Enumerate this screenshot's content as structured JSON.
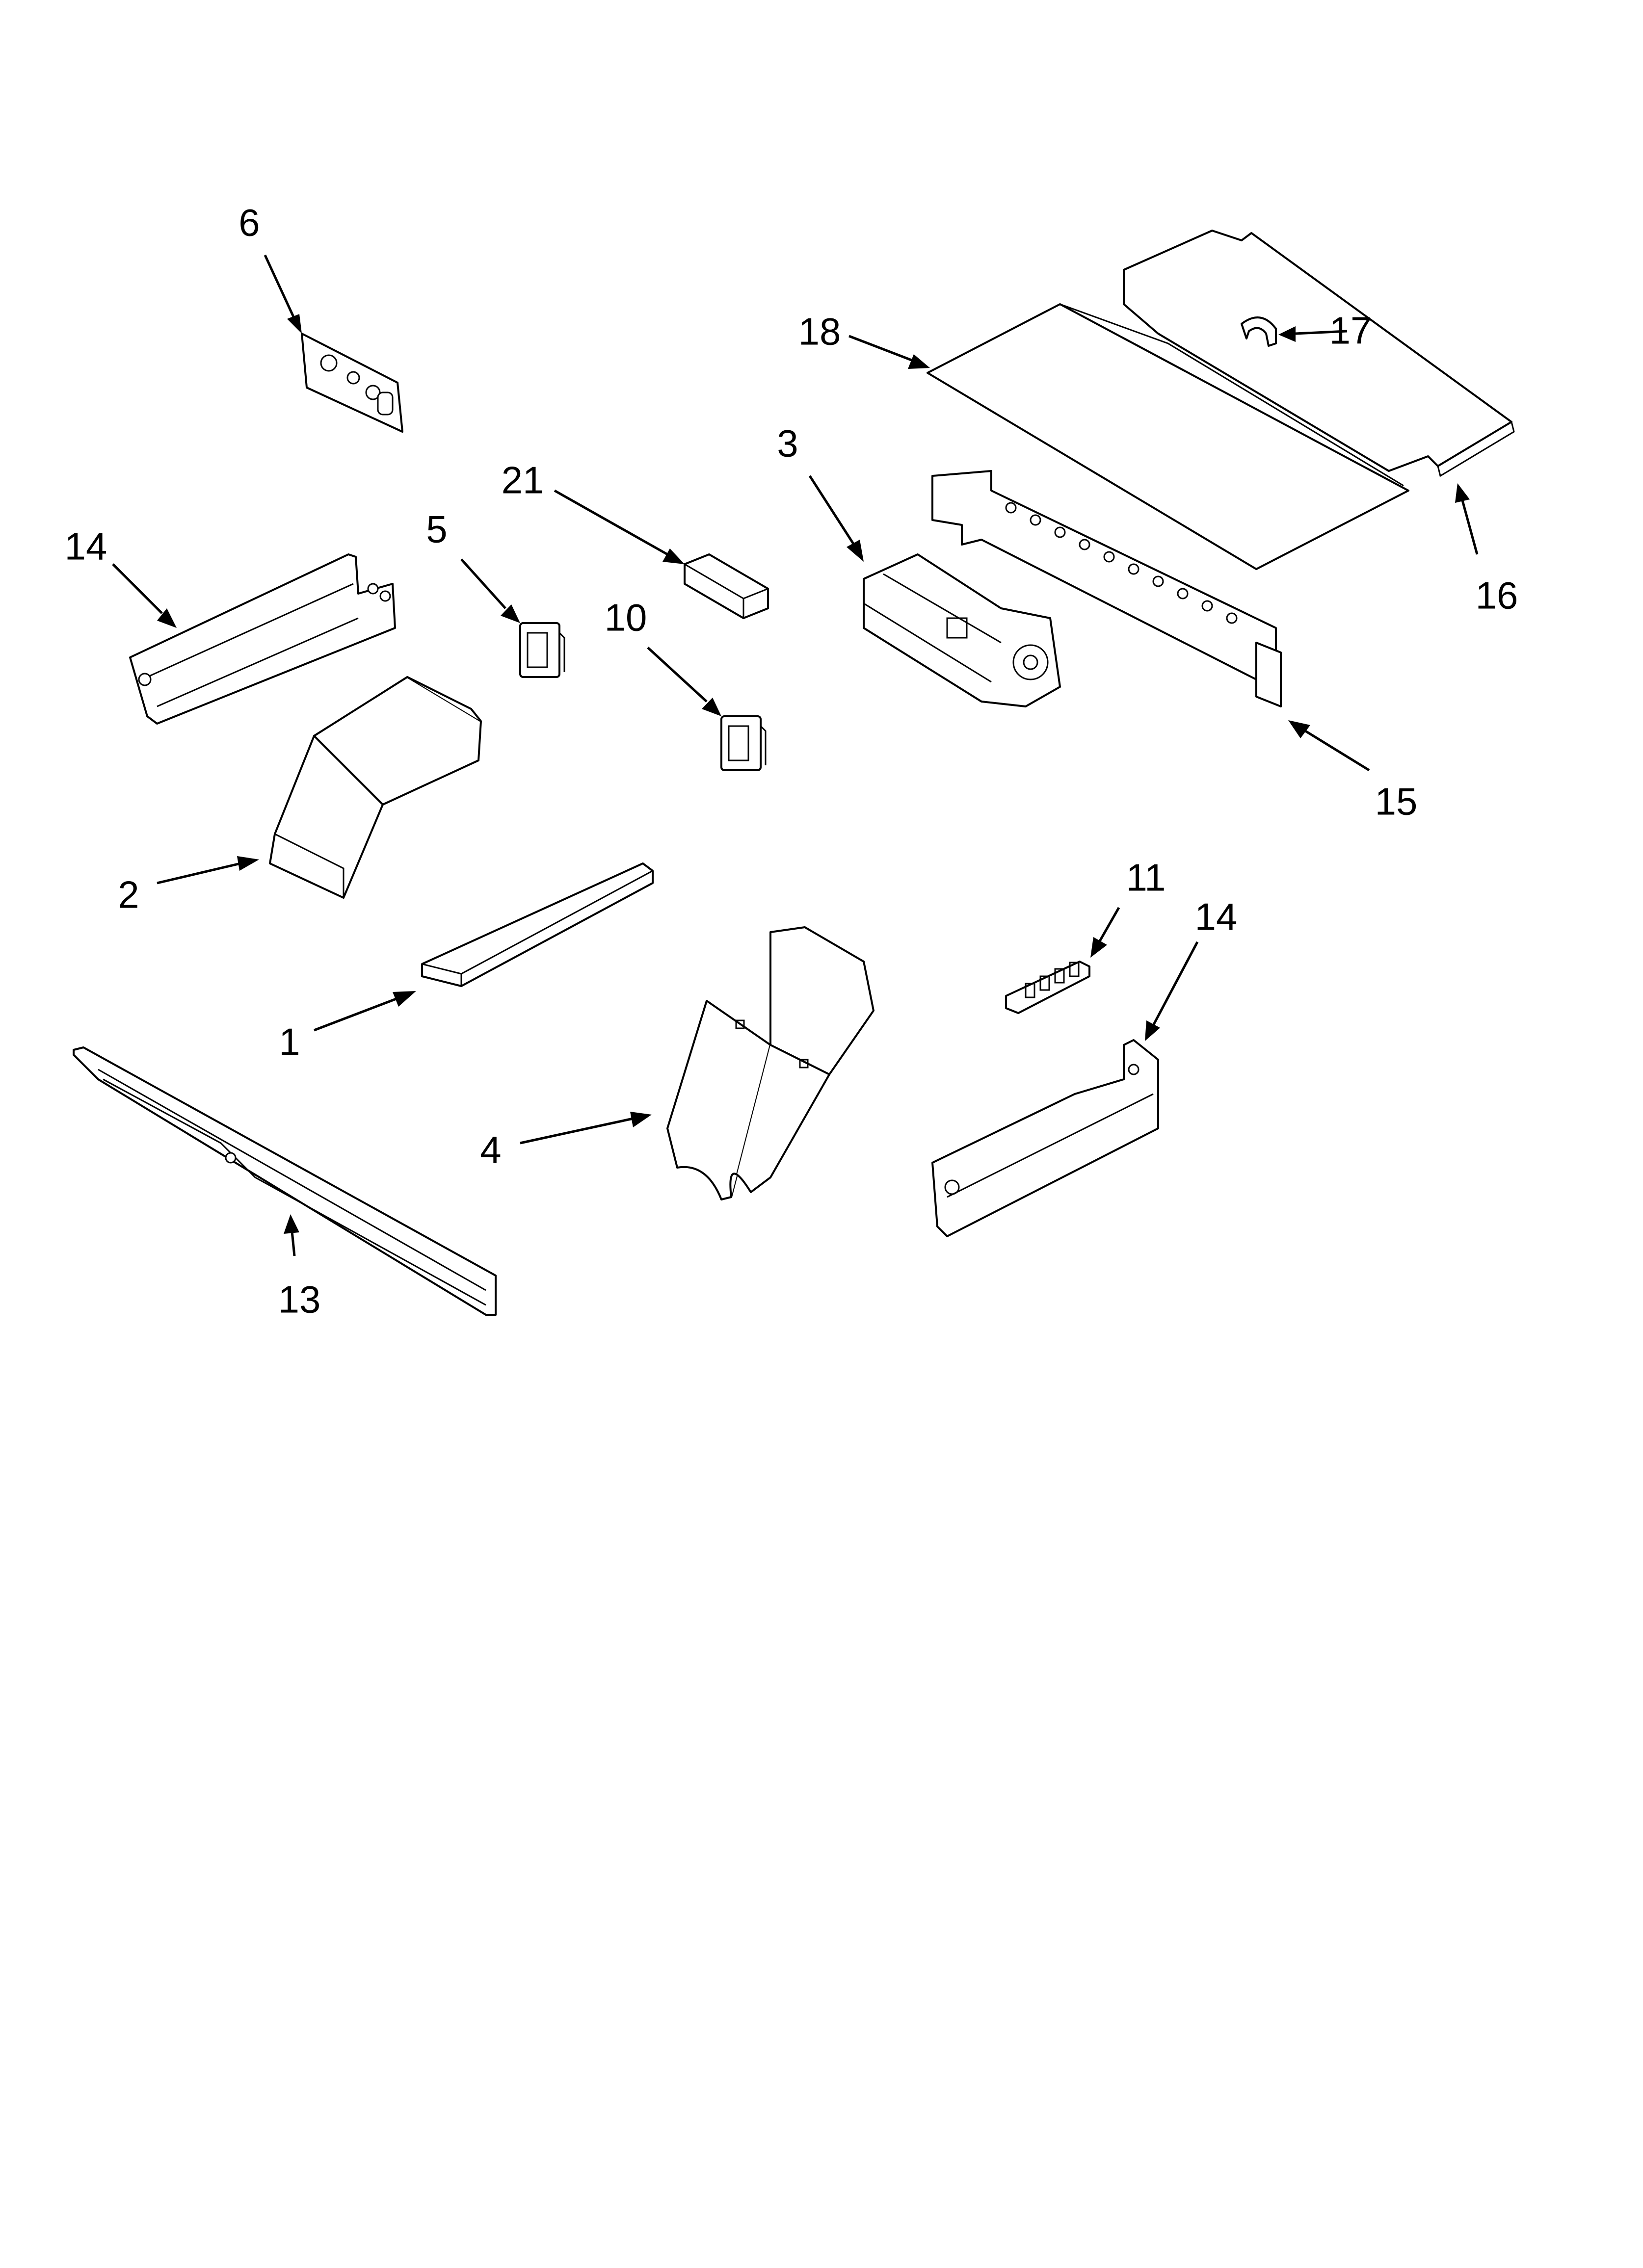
{
  "callouts": [
    {
      "id": "1",
      "label": "1"
    },
    {
      "id": "2",
      "label": "2"
    },
    {
      "id": "3",
      "label": "3"
    },
    {
      "id": "4",
      "label": "4"
    },
    {
      "id": "5",
      "label": "5"
    },
    {
      "id": "6",
      "label": "6"
    },
    {
      "id": "10",
      "label": "10"
    },
    {
      "id": "11",
      "label": "11"
    },
    {
      "id": "13",
      "label": "13"
    },
    {
      "id": "14a",
      "label": "14"
    },
    {
      "id": "14b",
      "label": "14"
    },
    {
      "id": "15",
      "label": "15"
    },
    {
      "id": "16",
      "label": "16"
    },
    {
      "id": "17",
      "label": "17"
    },
    {
      "id": "18",
      "label": "18"
    },
    {
      "id": "21",
      "label": "21"
    }
  ]
}
